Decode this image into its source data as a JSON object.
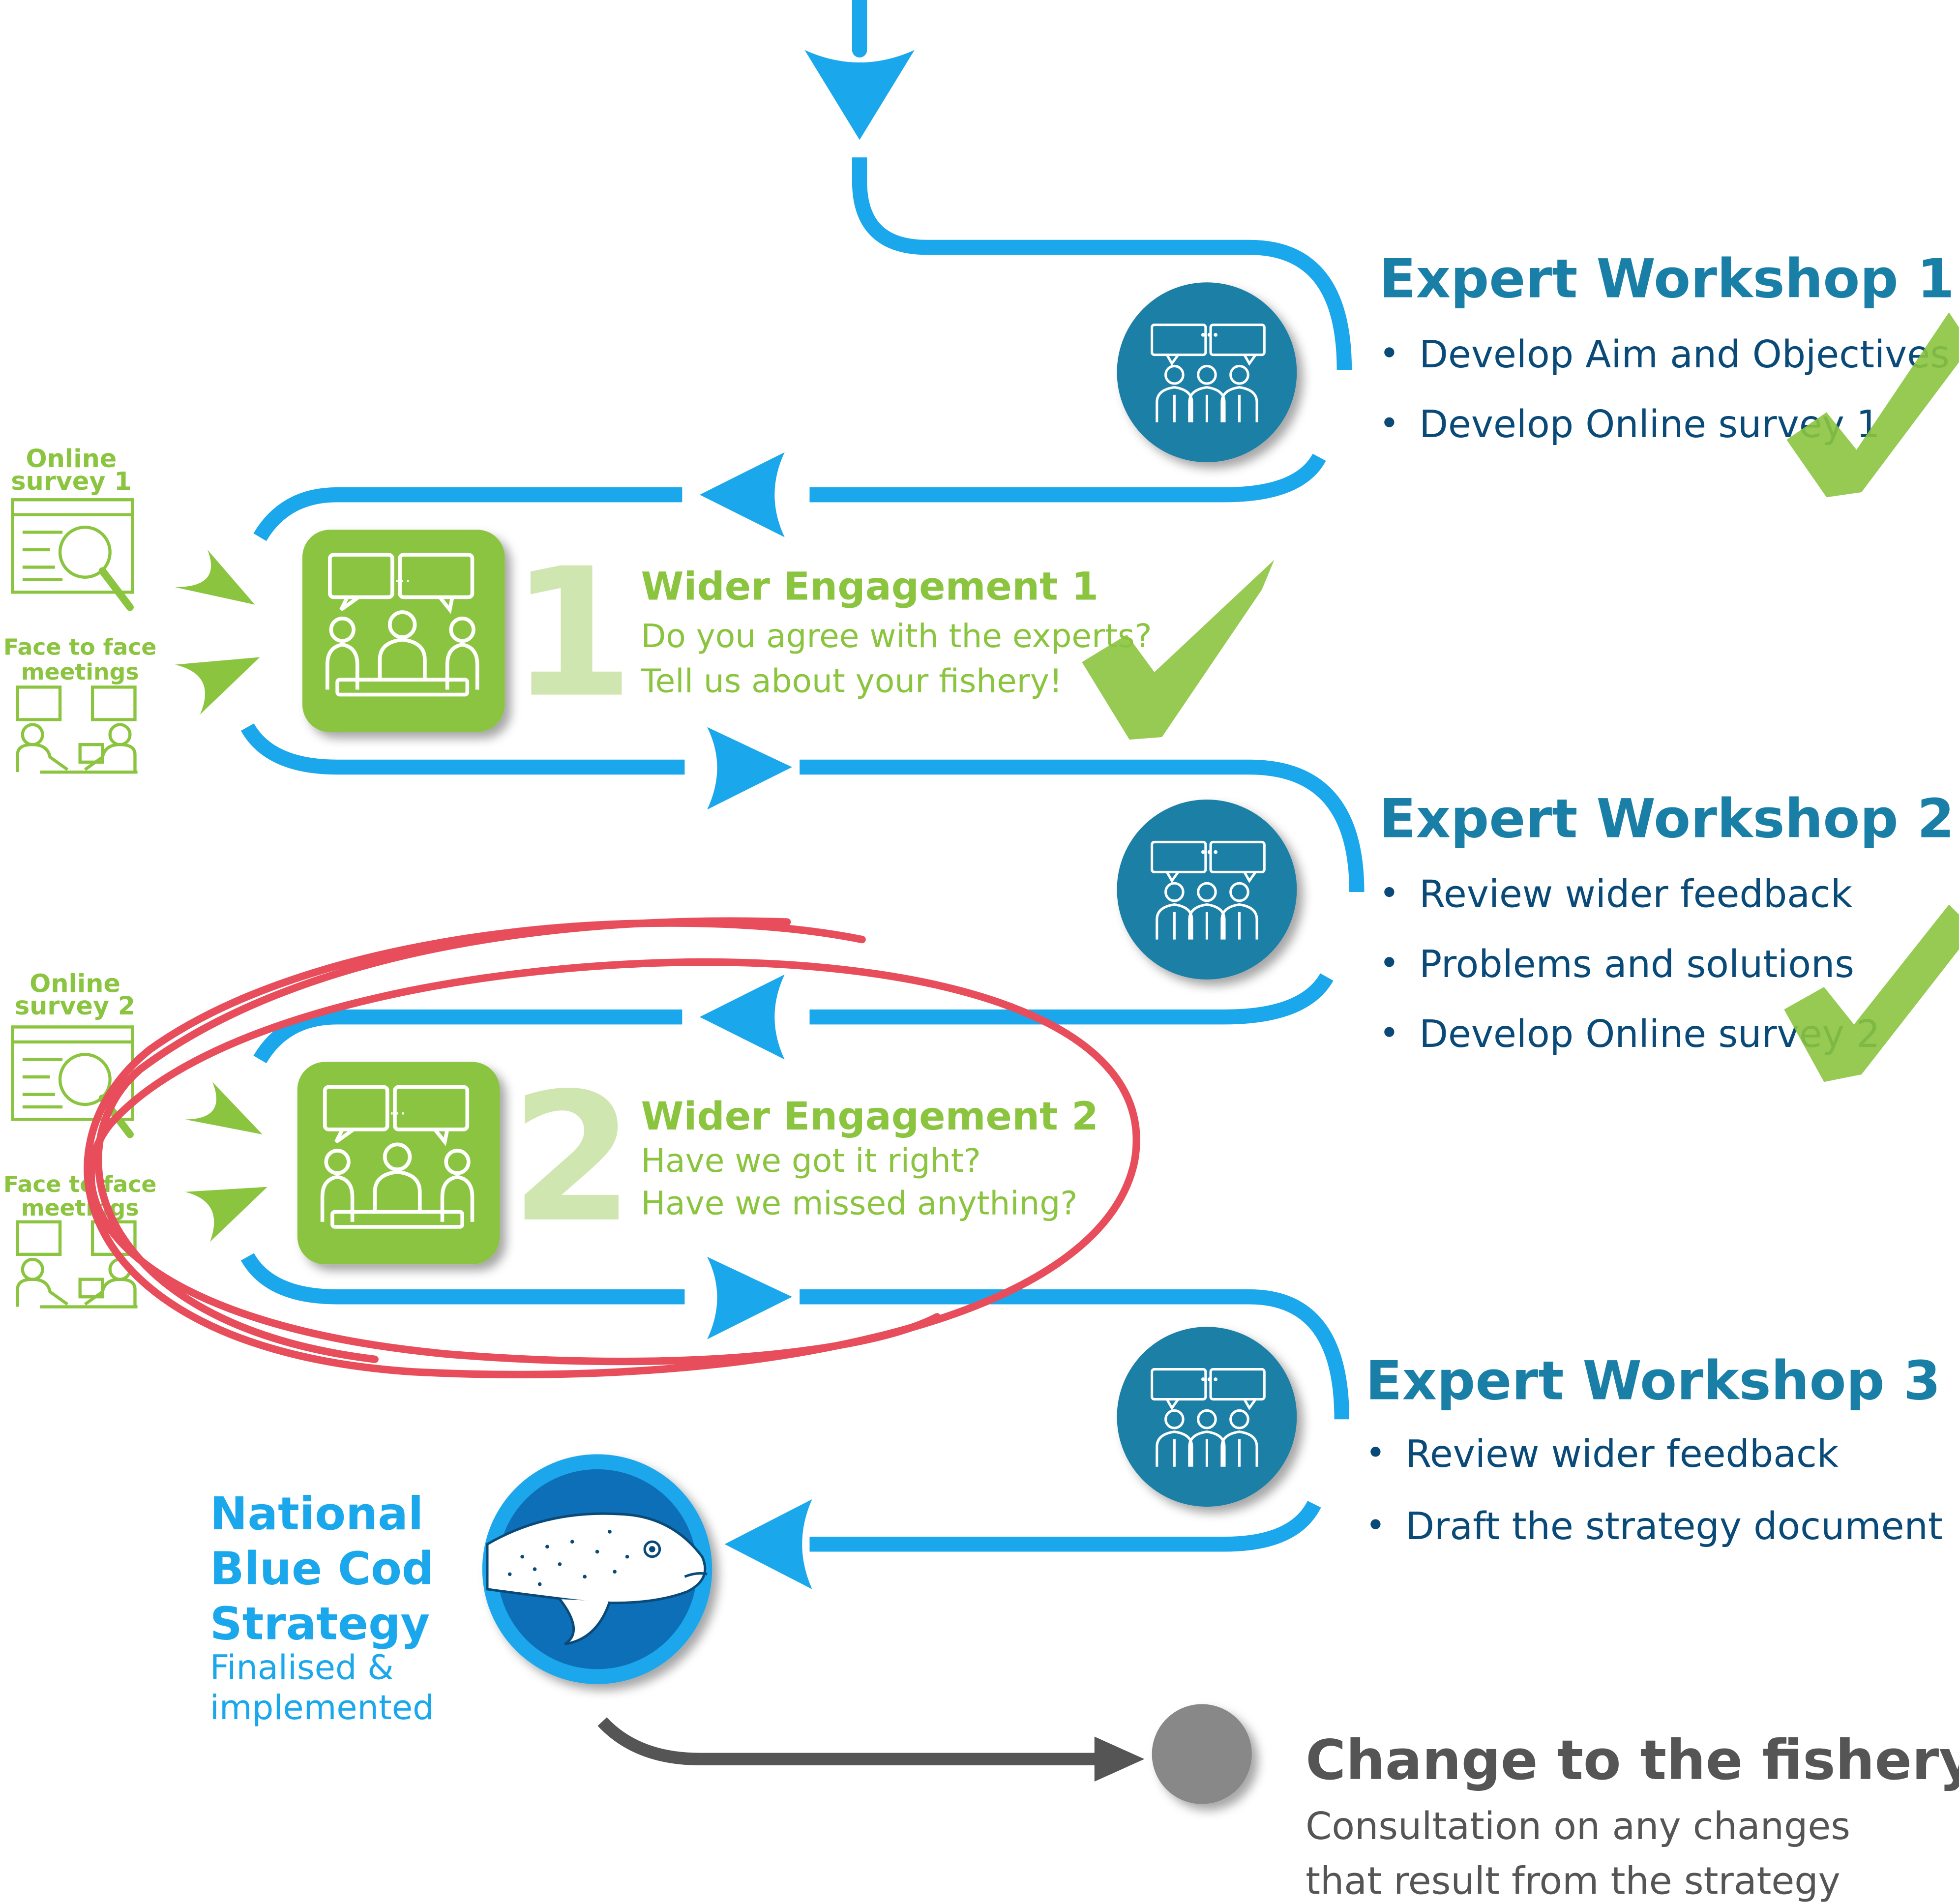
{
  "colors": {
    "blue": "#1aa7ec",
    "dark_blue": "#0a4a78",
    "teal": "#1a7fa6",
    "green": "#8bc43f",
    "light_green": "#cfe6b0",
    "red": "#e84d5b",
    "gray": "#555555",
    "light_gray": "#888888"
  },
  "workshop1": {
    "title": "Expert Workshop 1",
    "bullets": [
      "Develop Aim and Objectives",
      "Develop Online survey 1"
    ]
  },
  "engagement1": {
    "title": "Wider Engagement 1",
    "number": "1",
    "line1": "Do you agree with the experts?",
    "line2": "Tell us about your fishery!",
    "survey_label_1": "Online",
    "survey_label_2": "survey 1",
    "meeting_label_1": "Face to face",
    "meeting_label_2": "meetings"
  },
  "workshop2": {
    "title": "Expert Workshop 2",
    "bullets": [
      "Review wider feedback",
      "Problems and solutions",
      "Develop Online survey 2"
    ]
  },
  "engagement2": {
    "title": "Wider Engagement 2",
    "number": "2",
    "line1": "Have we got it right?",
    "line2": "Have we missed anything?",
    "survey_label_1": "Online",
    "survey_label_2": "survey 2",
    "meeting_label_1": "Face to face",
    "meeting_label_2": "meetings"
  },
  "workshop3": {
    "title": "Expert Workshop 3",
    "bullets": [
      "Review wider feedback",
      "Draft the strategy document"
    ]
  },
  "strategy": {
    "line1": "National",
    "line2": "Blue Cod",
    "line3": "Strategy",
    "line4": "Finalised &",
    "line5": "implemented"
  },
  "change": {
    "title": "Change to the fishery",
    "line1": "Consultation on any changes",
    "line2": "that result from the strategy"
  },
  "icons": [
    "workshop-people-icon",
    "engagement-meeting-icon",
    "online-survey-icon",
    "face-to-face-icon",
    "blue-cod-fish-icon",
    "check-mark-icon"
  ]
}
